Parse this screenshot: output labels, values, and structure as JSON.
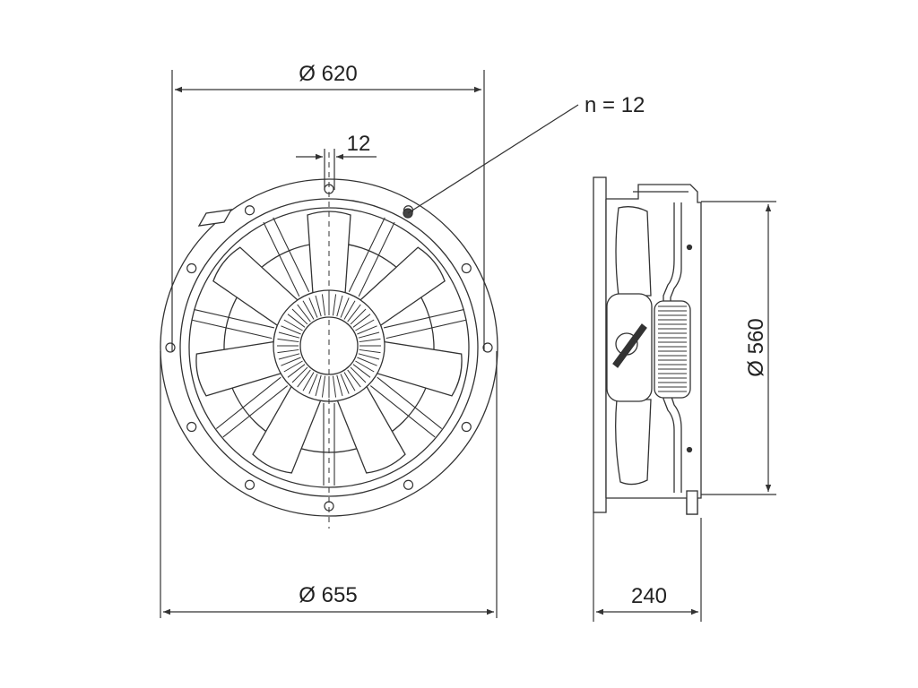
{
  "dimensions": {
    "outer_flange_diameter": "Ø 655",
    "hole_circle_diameter": "Ø 620",
    "hole_width": "12",
    "hole_count": "n = 12",
    "inner_diameter": "Ø 560",
    "depth": "240"
  },
  "fan": {
    "blade_count": 7,
    "mounting_holes": 12
  },
  "colors": {
    "line": "#333333",
    "text": "#222222",
    "background": "#ffffff"
  }
}
